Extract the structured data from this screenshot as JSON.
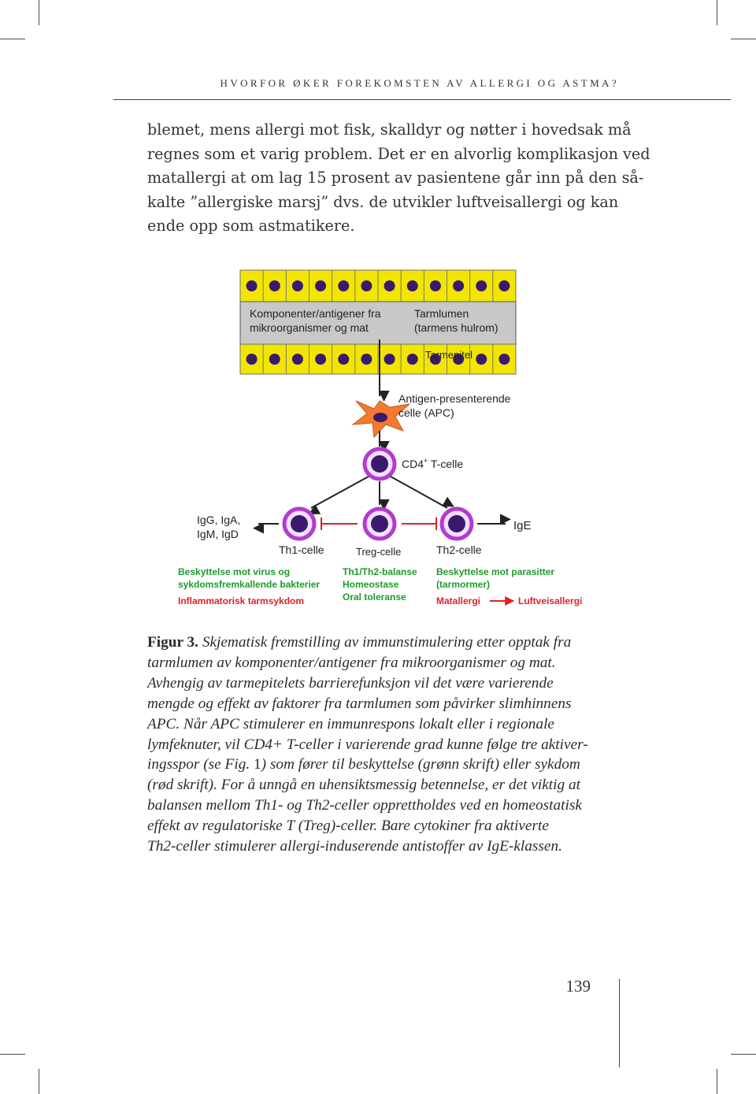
{
  "header": {
    "running_title": "HVORFOR ØKER FOREKOMSTEN AV ALLERGI OG ASTMA?"
  },
  "body": {
    "lines": [
      "blemet, mens allergi mot fisk, skalldyr og nøtter i hovedsak må",
      "regnes som et varig problem. Det er en alvorlig komplikasjon ved",
      "matallergi at om lag 15 prosent av pasientene går inn på den så-",
      "kalte ”allergiske marsj” dvs. de utvikler luftveisallergi og kan",
      "ende opp som astmatikere."
    ]
  },
  "figure": {
    "lumen_left_1": "Komponenter/antigener fra",
    "lumen_left_2": "mikroorganismer og mat",
    "lumen_right_1": "Tarmlumen",
    "lumen_right_2": "(tarmens hulrom)",
    "epithelium_label": "Tarmepitel",
    "apc_label_1": "Antigen-presenterende",
    "apc_label_2": "celle (APC)",
    "cd4_label": "CD4",
    "cd4_sup": "+",
    "cd4_suffix": " T-celle",
    "antibodies_left_1": "IgG, IgA,",
    "antibodies_left_2": "IgM, IgD",
    "antibody_right": "IgE",
    "th1_label": "Th1-celle",
    "treg_label": "Treg-celle",
    "th2_label": "Th2-celle",
    "th1_green_1": "Beskyttelse mot virus og",
    "th1_green_2": "sykdomsfremkallende bakterier",
    "th1_red": "Inflammatorisk tarmsykdom",
    "treg_green_1": "Th1/Th2-balanse",
    "treg_green_2": "Homeostase",
    "treg_green_3": "Oral toleranse",
    "th2_green_1": "Beskyttelse mot parasitter",
    "th2_green_2": "(tarmormer)",
    "th2_red_1": "Matallergi",
    "th2_red_2": "Luftveisallergi",
    "colors": {
      "epithelium": "#f2e600",
      "lumen": "#c8c8c8",
      "nucleus": "#3a1a6e",
      "apc": "#f47a30",
      "tcell_ring": "#b23bd1",
      "green_text": "#1f9a2a",
      "red_text": "#e0202a"
    }
  },
  "caption": {
    "label": "Figur 3.",
    "line1": " Skjematisk fremstilling av immunstimulering etter opptak fra",
    "lines_italic": [
      "tarmlumen av komponenter/antigener fra mikroorganismer og mat.",
      "Avhengig av tarmepitelets barrierefunksjon vil det være varierende",
      "mengde og effekt av faktorer fra tarmlumen som påvirker slimhinnens",
      "APC. Når APC stimulerer en immunrespons lokalt eller i regionale",
      "lymfeknuter, vil CD4+ T-celler i varierende grad kunne følge tre aktiver-"
    ],
    "line_fig_a": "ingsspor (se Fig. ",
    "line_fig_num": "1",
    "line_fig_b": ") som fører til beskyttelse (grønn skrift) eller sykdom",
    "lines_italic_end": [
      "(rød skrift). For å unngå en uhensiktsmessig betennelse, er det viktig at",
      "balansen mellom Th1- og Th2-celler opprettholdes ved en homeostatisk",
      "effekt av regulatoriske T (Treg)-celler. Bare cytokiner fra aktiverte",
      "Th2-celler stimulerer allergi-induserende antistoffer av IgE-klassen."
    ]
  },
  "page_number": "139"
}
